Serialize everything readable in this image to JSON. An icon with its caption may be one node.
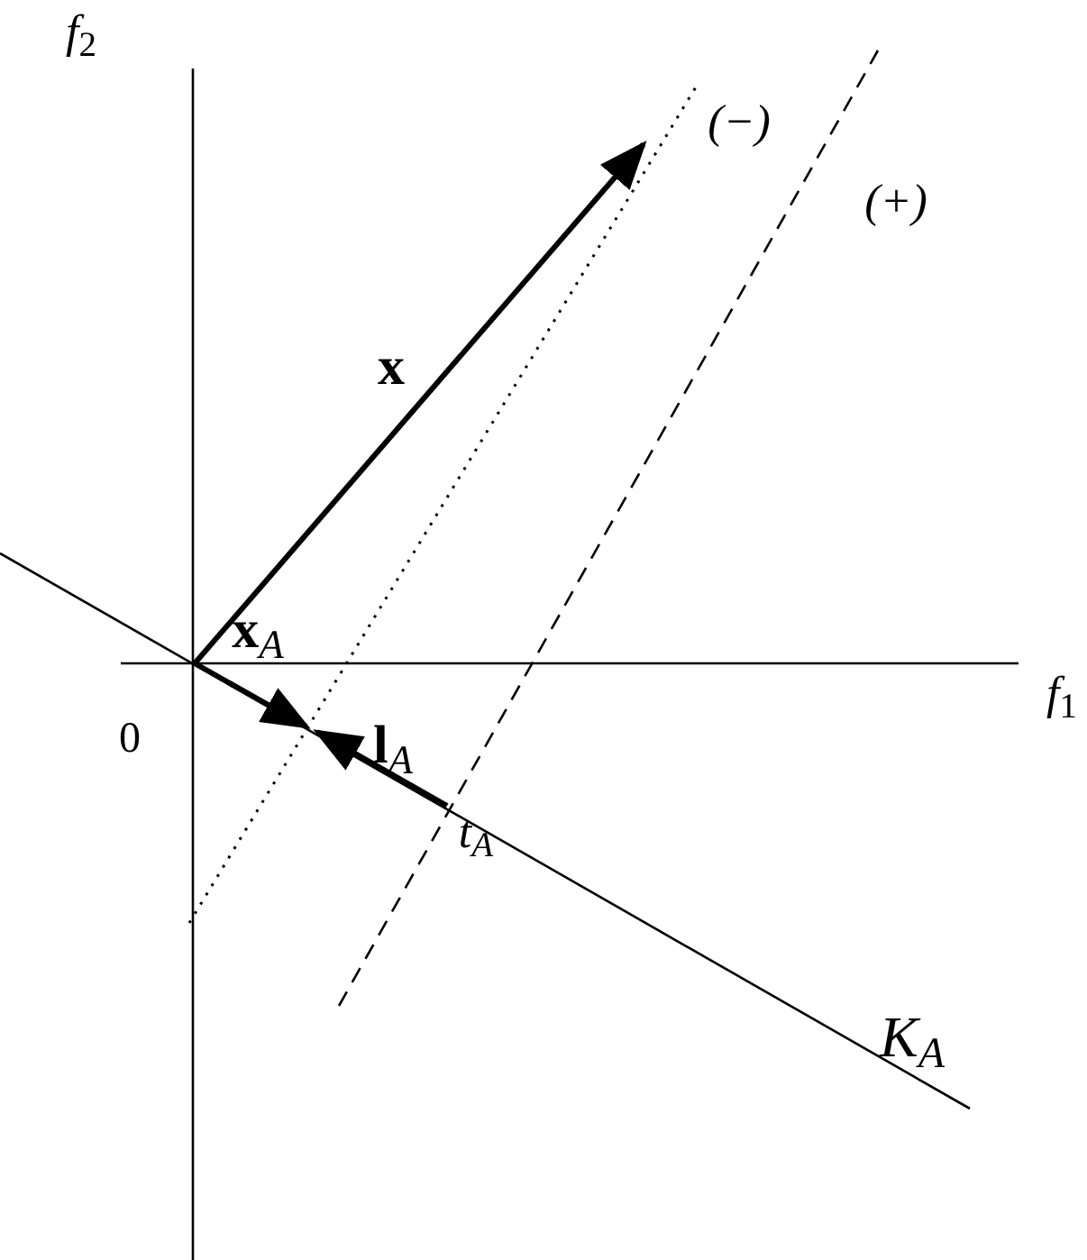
{
  "diagram": {
    "labels": [
      "*f*$_{2}$",
      "*f*$_{1}$",
      "0",
      "x",
      "**x**$_{A}$",
      "**l**$_{A}$",
      "t$_{A}$",
      "K$_{A}$",
      "(−)",
      "(+)"
    ]
  }
}
